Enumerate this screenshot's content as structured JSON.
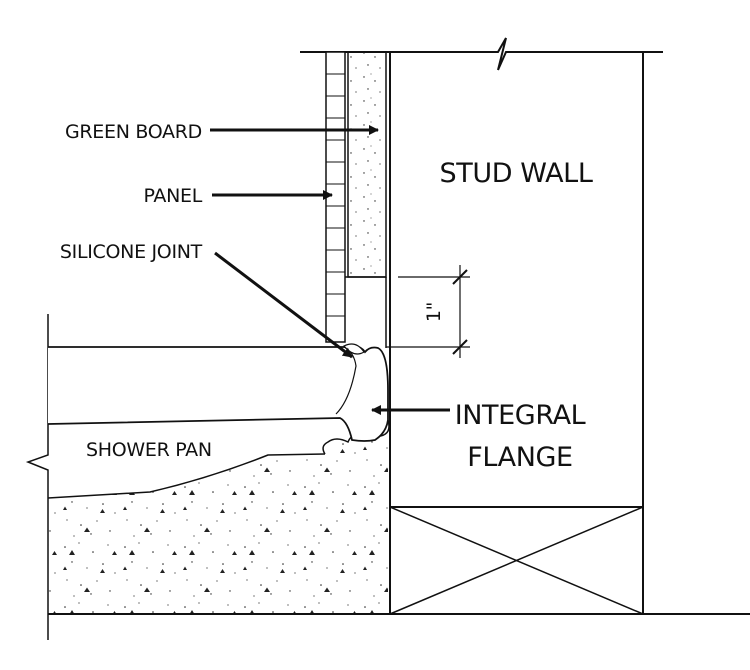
{
  "labels": {
    "green_board": "GREEN BOARD",
    "panel": "PANEL",
    "silicone_joint": "SILICONE JOINT",
    "stud_wall": "STUD WALL",
    "integral_1": "INTEGRAL",
    "integral_2": "FLANGE",
    "shower_pan": "SHOWER PAN",
    "dimension": "1\""
  }
}
